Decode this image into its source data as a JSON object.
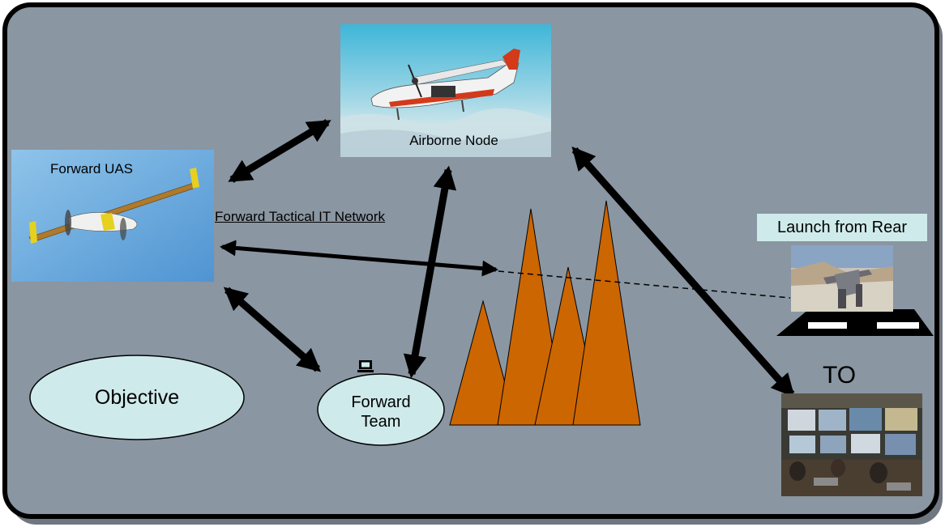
{
  "diagram": {
    "nodes": {
      "airborne_node": "Airborne Node",
      "forward_uas": "Forward UAS",
      "launch_from_rear": "Launch from Rear",
      "to": "TO",
      "objective": "Objective",
      "forward_team_line1": "Forward",
      "forward_team_line2": "Team"
    },
    "link_label": "Forward Tactical IT Network",
    "colors": {
      "background": "#8a96a2",
      "border": "#000000",
      "mountains": "#cc6600",
      "ellipse_fill": "#cfeaea",
      "arrow": "#000000",
      "label_box": "#cfeaea"
    },
    "icons": [
      "laptop-icon",
      "laptop-icon",
      "runway-icon"
    ]
  }
}
